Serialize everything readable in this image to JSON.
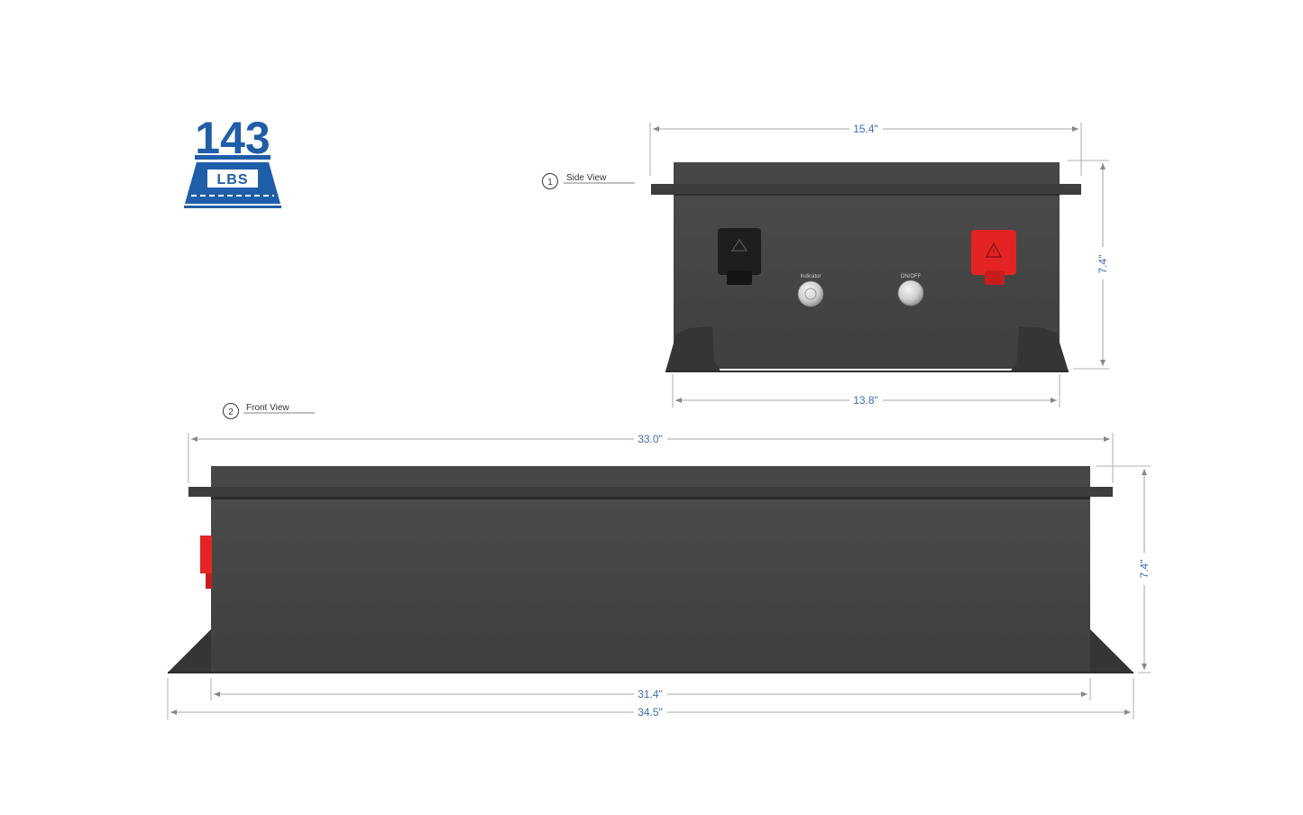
{
  "weight": {
    "value": "143",
    "unit": "LBS"
  },
  "side_view": {
    "number": "1",
    "label": "Side View",
    "indicator_label": "Indicator",
    "switch_label": "ON/OFF",
    "dims": {
      "top_width": "15.4\"",
      "bottom_width": "13.8\"",
      "height": "7.4\""
    }
  },
  "front_view": {
    "number": "2",
    "label": "Front View",
    "dims": {
      "top_width": "33.0\"",
      "body_width": "31.4\"",
      "base_width": "34.5\"",
      "height": "7.4\""
    }
  },
  "colors": {
    "body": "#454545",
    "body_dark": "#2f2f2f",
    "terminal_negative": "#1e1e1e",
    "terminal_positive": "#e42424",
    "dimension": "#3a6fb0",
    "weight_icon": "#1f5ea8"
  }
}
